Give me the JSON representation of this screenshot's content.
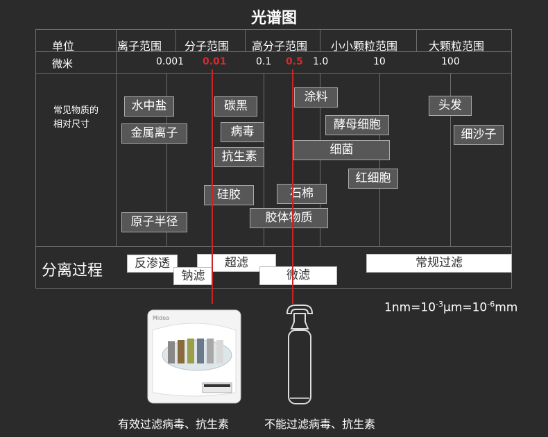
{
  "title": "光谱图",
  "header": {
    "unit": "单位",
    "cols": [
      "离子范围",
      "分子范围",
      "高分子范围",
      "小小颗粒范围",
      "大颗粒范围"
    ]
  },
  "scale": {
    "unit": "微米",
    "ticks": [
      "0.001",
      "0.01",
      "0.1",
      "0.5",
      "1.0",
      "10",
      "100"
    ],
    "highlight_color": "#d42b2b"
  },
  "row_label": [
    "常见物质的",
    "相对尺寸"
  ],
  "substances": [
    "水中盐",
    "碳黑",
    "涂料",
    "头发",
    "金属离子",
    "病毒",
    "酵母细胞",
    "细沙子",
    "抗生素",
    "细菌",
    "红细胞",
    "硅胶",
    "石棉",
    "原子半径",
    "胶体物质"
  ],
  "separation": {
    "label": "分离过程",
    "processes": [
      "反渗透",
      "钠滤",
      "超滤",
      "微滤",
      "常规过滤"
    ]
  },
  "conversion": {
    "part1": "1nm=10",
    "exp1": "-3",
    "part2": "μm=10",
    "exp2": "-6",
    "part3": "mm"
  },
  "product_brand": "Midea",
  "captions": [
    "有效过滤病毒、抗生素",
    "不能过滤病毒、抗生素"
  ]
}
